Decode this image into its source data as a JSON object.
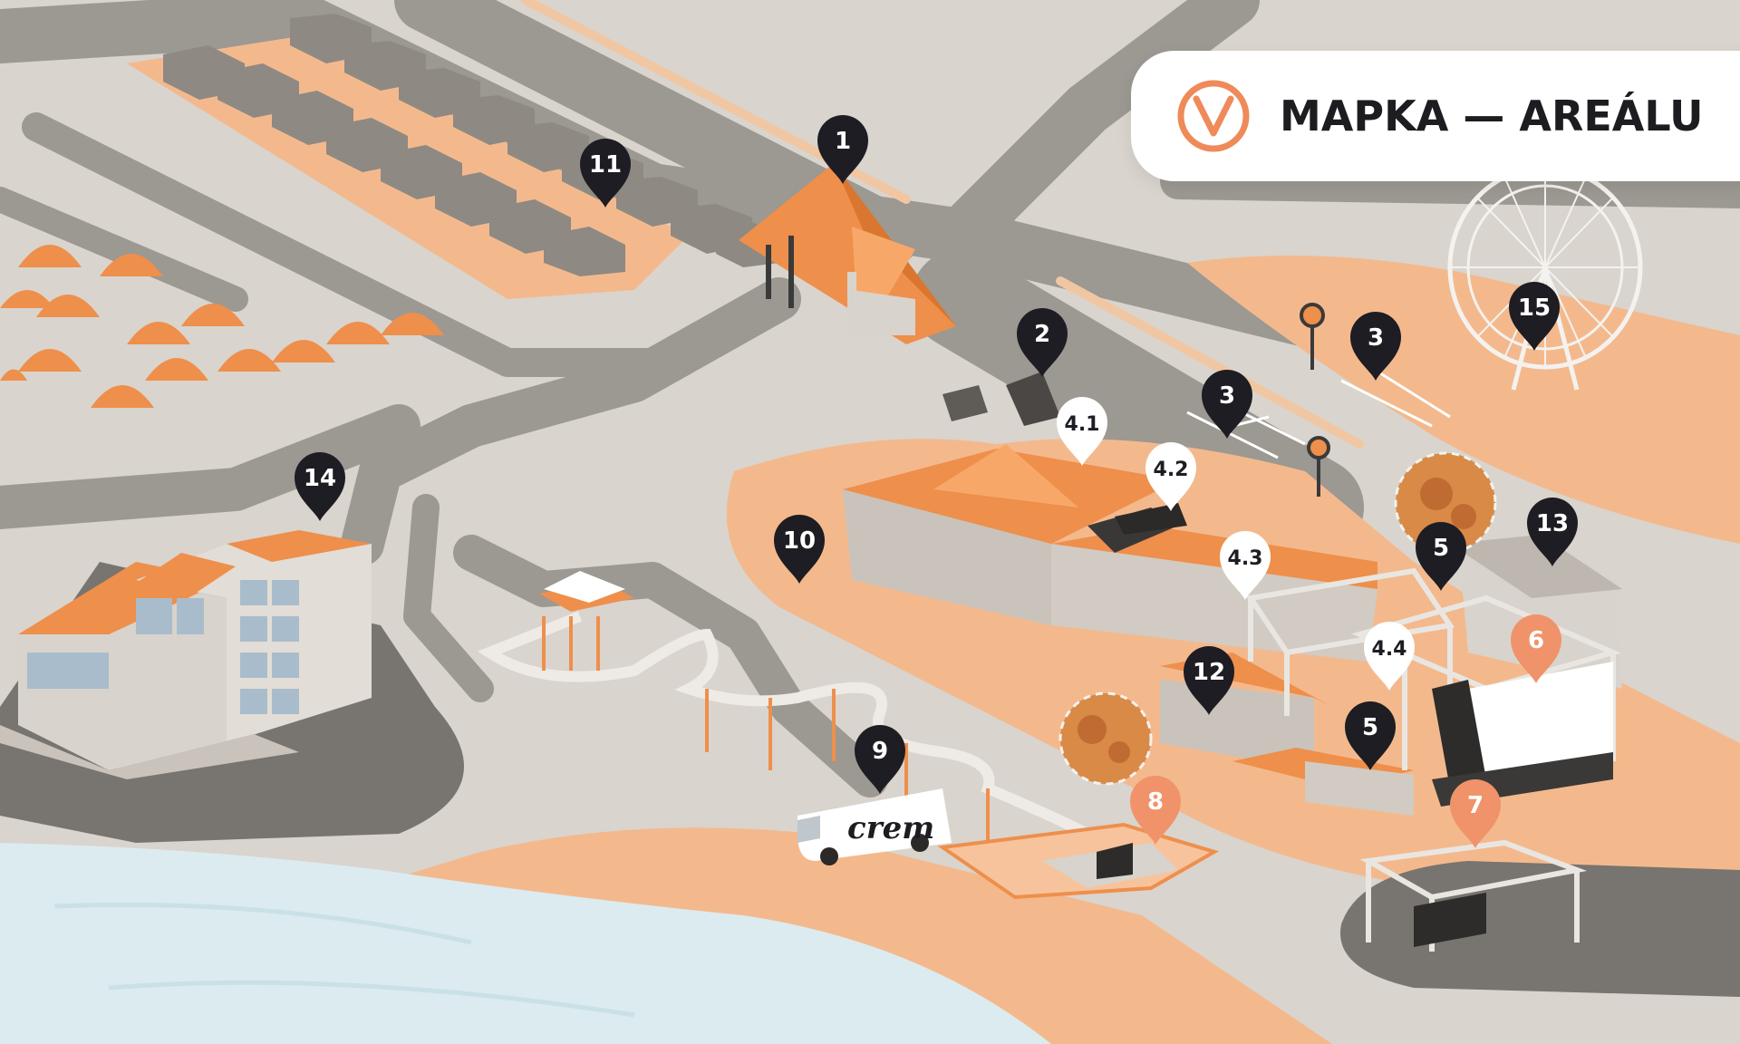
{
  "header": {
    "title": "MAPKA — AREÁLU",
    "logo_icon": "v-logo-icon",
    "accent_color": "#ef8a5a"
  },
  "van_text": "crem",
  "colors": {
    "ground": "#d9d4cd",
    "road": "#9c9892",
    "sand": "#f3b98d",
    "orange": "#ee8f4c",
    "water": "#dcebef",
    "pin_dark": "#1d1d23",
    "pin_white": "#ffffff",
    "pin_orange": "#f0936a"
  },
  "markers": [
    {
      "id": "1",
      "label": "1",
      "style": "dark"
    },
    {
      "id": "2",
      "label": "2",
      "style": "dark"
    },
    {
      "id": "3a",
      "label": "3",
      "style": "dark"
    },
    {
      "id": "3b",
      "label": "3",
      "style": "dark"
    },
    {
      "id": "4.1",
      "label": "4.1",
      "style": "white"
    },
    {
      "id": "4.2",
      "label": "4.2",
      "style": "white"
    },
    {
      "id": "4.3",
      "label": "4.3",
      "style": "white"
    },
    {
      "id": "4.4",
      "label": "4.4",
      "style": "white"
    },
    {
      "id": "5a",
      "label": "5",
      "style": "dark"
    },
    {
      "id": "5b",
      "label": "5",
      "style": "dark"
    },
    {
      "id": "6",
      "label": "6",
      "style": "orange"
    },
    {
      "id": "7",
      "label": "7",
      "style": "orange"
    },
    {
      "id": "8",
      "label": "8",
      "style": "orange"
    },
    {
      "id": "9",
      "label": "9",
      "style": "dark"
    },
    {
      "id": "10",
      "label": "10",
      "style": "dark"
    },
    {
      "id": "11",
      "label": "11",
      "style": "dark"
    },
    {
      "id": "12",
      "label": "12",
      "style": "dark"
    },
    {
      "id": "13",
      "label": "13",
      "style": "dark"
    },
    {
      "id": "14",
      "label": "14",
      "style": "dark"
    },
    {
      "id": "15",
      "label": "15",
      "style": "dark"
    }
  ]
}
